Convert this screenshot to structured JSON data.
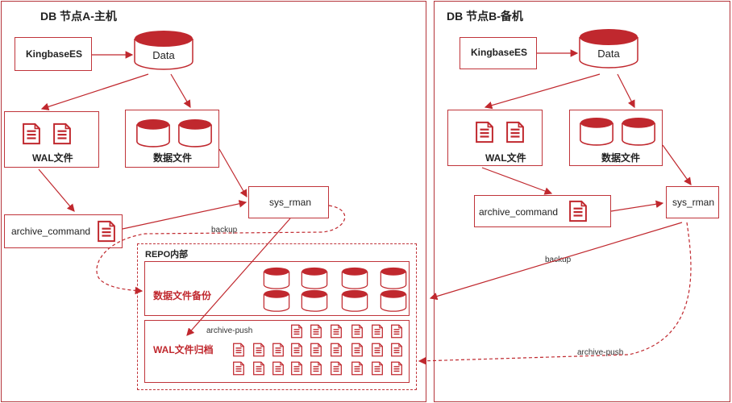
{
  "node_a": {
    "title": "DB 节点A-主机",
    "kingbase": "KingbaseES",
    "data": "Data",
    "wal": "WAL文件",
    "datafile": "数据文件",
    "archive_command": "archive_command",
    "sys_rman": "sys_rman",
    "backup": "backup"
  },
  "node_b": {
    "title": "DB 节点B-备机",
    "kingbase": "KingbaseES",
    "data": "Data",
    "wal": "WAL文件",
    "datafile": "数据文件",
    "archive_command": "archive_command",
    "sys_rman": "sys_rman",
    "backup": "backup",
    "archive_push": "archive-push"
  },
  "repo": {
    "title": "REPO内部",
    "datafile_backup": "数据文件备份",
    "wal_archive": "WAL文件归档",
    "archive_push": "archive-push"
  },
  "colors": {
    "accent": "#c0282e",
    "border": "#b4343a"
  },
  "icons": {
    "database": "database-icon",
    "document": "document-icon"
  }
}
